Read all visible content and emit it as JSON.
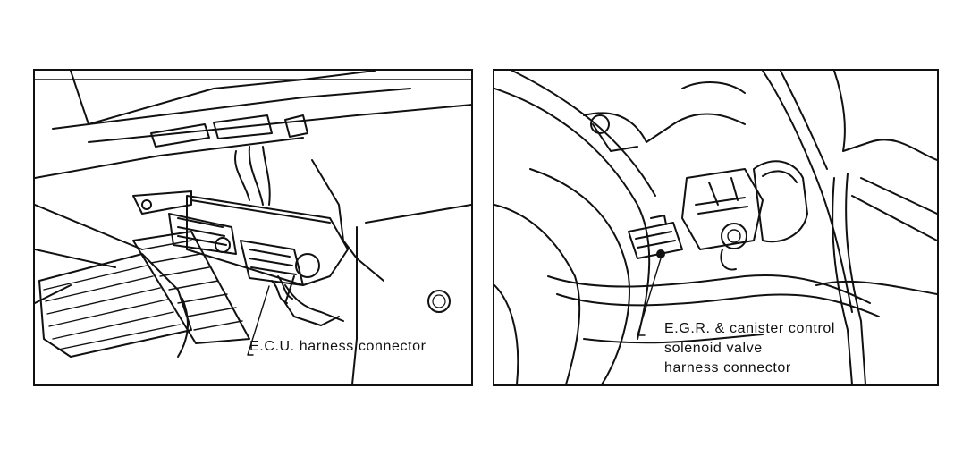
{
  "figures": [
    {
      "label": "E.C.U. harness connector"
    },
    {
      "label_lines": [
        "E.G.R. & canister control",
        "solenoid valve",
        "harness connector"
      ]
    }
  ]
}
